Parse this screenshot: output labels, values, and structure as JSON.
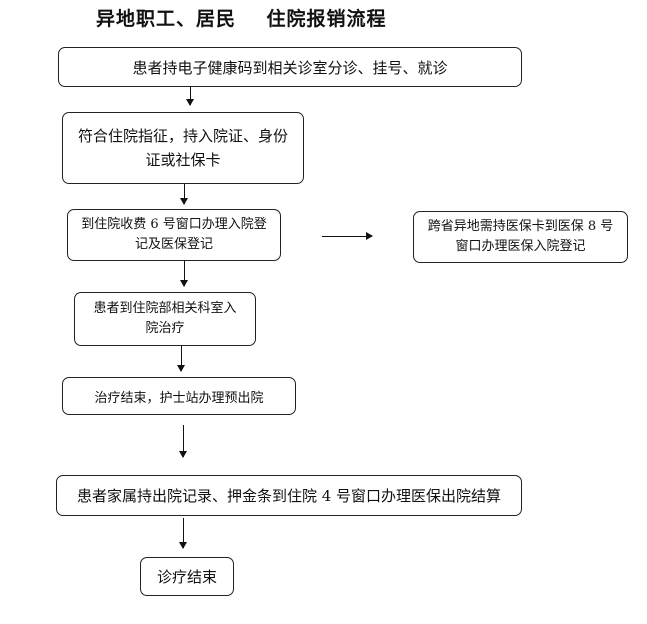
{
  "title": "异地职工、居民    住院报销流程",
  "steps": {
    "step1": "患者持电子健康码到相关诊室分诊、挂号、就诊",
    "step2": "符合住院指征，持入院证、身份证或社保卡",
    "step3": "到住院收费 6 号窗口办理入院登记及医保登记",
    "step3_branch": "跨省异地需持医保卡到医保 8 号窗口办理医保入院登记",
    "step4": "患者到住院部相关科室入院治疗",
    "step5": "治疗结束，护士站办理预出院",
    "step6": "患者家属持出院记录、押金条到住院 4 号窗口办理医保出院结算",
    "step7": "诊疗结束"
  }
}
